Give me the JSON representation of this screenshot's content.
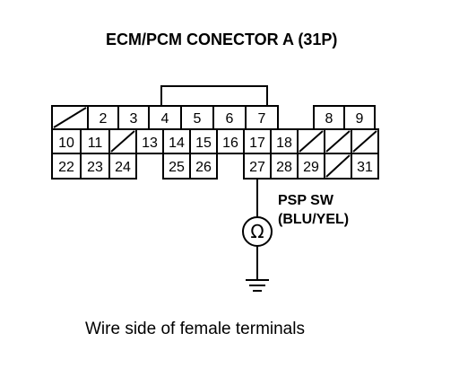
{
  "title": "ECM/PCM CONECTOR A (31P)",
  "caption": "Wire side of female terminals",
  "switch": {
    "name": "PSP SW",
    "wire_color": "(BLU/YEL)",
    "symbol": "Ω",
    "connected_pin": "27"
  },
  "rows": [
    {
      "row": 1,
      "cells": [
        "",
        "2",
        "3",
        "4",
        "5",
        "6",
        "7",
        "8",
        "9"
      ],
      "blocked": [
        true,
        false,
        false,
        false,
        false,
        false,
        false,
        false,
        false
      ]
    },
    {
      "row": 2,
      "cells": [
        "10",
        "11",
        "",
        "13",
        "14",
        "15",
        "16",
        "17",
        "18",
        "",
        "",
        ""
      ],
      "blocked": [
        false,
        false,
        true,
        false,
        false,
        false,
        false,
        false,
        false,
        true,
        true,
        true
      ]
    },
    {
      "row": 3,
      "cells": [
        "22",
        "23",
        "24",
        "25",
        "26",
        "27",
        "28",
        "29",
        "",
        "31"
      ],
      "blocked": [
        false,
        false,
        false,
        false,
        false,
        false,
        false,
        false,
        true,
        false
      ]
    }
  ],
  "icons": [
    "ground-icon",
    "meter-ohm-icon"
  ]
}
